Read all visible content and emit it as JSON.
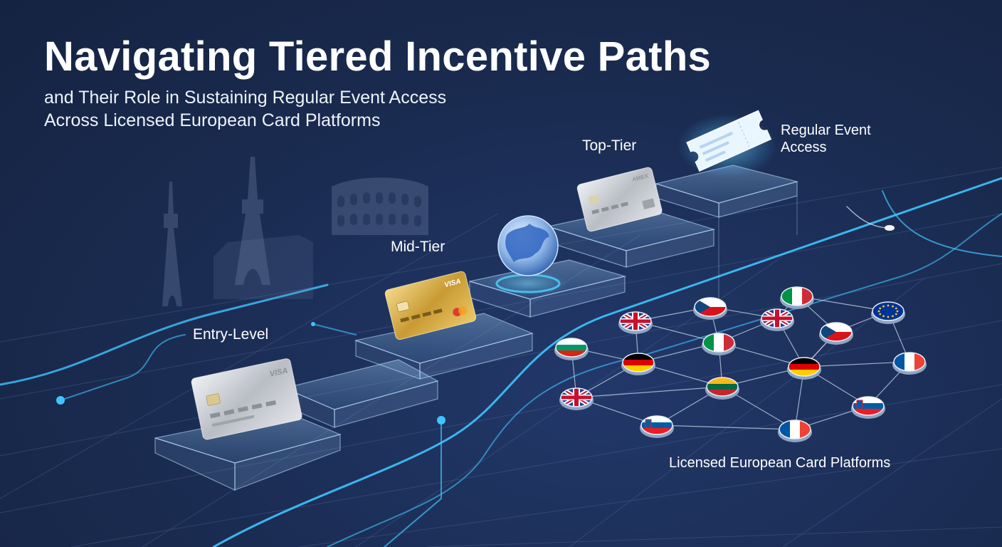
{
  "title": "Navigating Tiered Incentive Paths",
  "subtitle_line1": "and Their Role in Sustaining Regular Event Access",
  "subtitle_line2": "Across Licensed European Card Platforms",
  "tiers": {
    "entry": "Entry-Level",
    "mid": "Mid-Tier",
    "top": "Top-Tier"
  },
  "event_access": {
    "line1": "Regular Event",
    "line2": "Access"
  },
  "platforms_label": "Licensed European Card Platforms",
  "cards": {
    "entry_brand": "VISA",
    "mid_brand": "VISA",
    "top_brand": "AMEX"
  },
  "colors": {
    "background": "#1b2c4e",
    "glow": "#3fc4ff",
    "silver_card": "#c9ccd2",
    "gold_card": "#d6b04a"
  },
  "flags": [
    {
      "country": "uk"
    },
    {
      "country": "czech"
    },
    {
      "country": "italy"
    },
    {
      "country": "uk"
    },
    {
      "country": "eu"
    },
    {
      "country": "bulgaria"
    },
    {
      "country": "germany"
    },
    {
      "country": "italy"
    },
    {
      "country": "czech"
    },
    {
      "country": "germany"
    },
    {
      "country": "france"
    },
    {
      "country": "uk"
    },
    {
      "country": "lithuania"
    },
    {
      "country": "slovenia"
    },
    {
      "country": "france"
    },
    {
      "country": "slovenia"
    }
  ]
}
